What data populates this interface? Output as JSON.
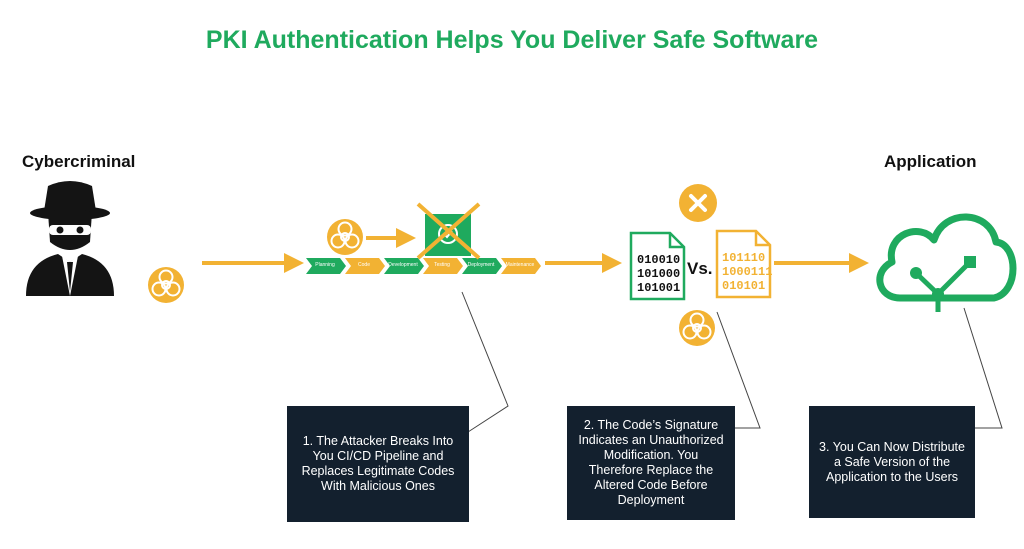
{
  "title": "PKI Authentication Helps You Deliver Safe Software",
  "actors": {
    "left": "Cybercriminal",
    "right": "Application"
  },
  "pipeline": {
    "stages": [
      "Planning",
      "Code",
      "Development",
      "Testing",
      "Deployment",
      "Maintenance"
    ]
  },
  "comparison": {
    "vs_label": "Vs.",
    "valid_code": [
      "010010",
      "101000",
      "101001"
    ],
    "altered_code": [
      "101110",
      "1000111",
      "010101"
    ]
  },
  "steps": [
    "1. The Attacker Breaks Into You CI/CD Pipeline and Replaces Legitimate Codes With Malicious Ones",
    "2. The Code’s Signature Indicates an Unauthorized Modification. You Therefore Replace the Altered Code Before Deployment",
    "3. You Can Now Distribute a Safe Version of the Application to the Users"
  ],
  "colors": {
    "brand_green": "#1faa5e",
    "accent_orange": "#f2b233",
    "box_navy": "#13202e"
  },
  "icons": [
    "hacker-icon",
    "biohazard-icon",
    "cloud-app-icon",
    "reject-x-icon",
    "code-file-icon"
  ]
}
